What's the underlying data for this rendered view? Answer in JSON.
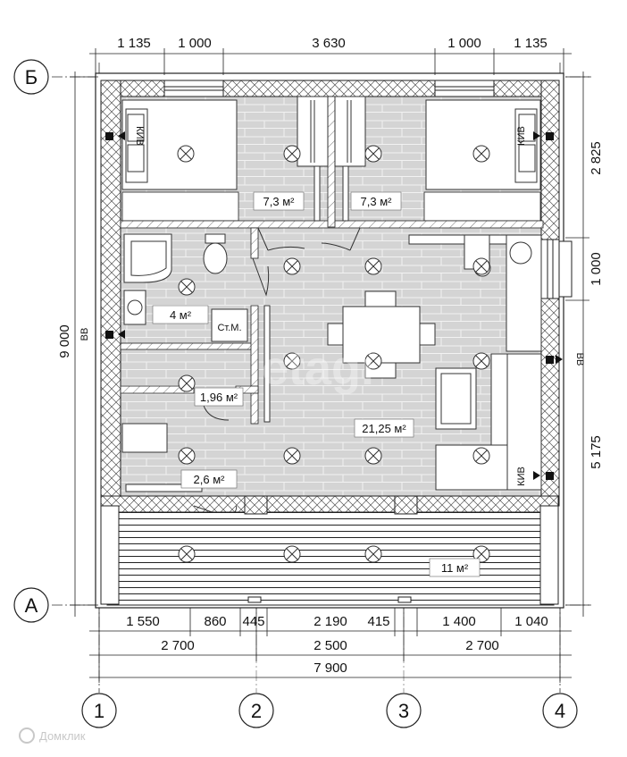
{
  "dims_top": [
    "1 135",
    "1 000",
    "3 630",
    "1 000",
    "1 135"
  ],
  "dims_bottom_row1": [
    "1 550",
    "860",
    "445",
    "2 190",
    "415",
    "1 400",
    "1 040"
  ],
  "dims_bottom_row2": [
    "2 700",
    "2 500",
    "2 700"
  ],
  "dims_bottom_total": "7 900",
  "dims_right": [
    "2 825",
    "1 000",
    "5 175"
  ],
  "dim_left_total": "9 000",
  "axes_vertical": [
    "1",
    "2",
    "3",
    "4"
  ],
  "axes_horizontal": [
    "Б",
    "А"
  ],
  "rooms": {
    "bedroom_left": "7,3 м²",
    "bedroom_right": "7,3 м²",
    "bathroom": "4 м²",
    "storage": "1,96 м²",
    "hall": "2,6 м²",
    "living": "21,25 м²",
    "terrace": "11 м²"
  },
  "labels": {
    "washer": "Ст.М.",
    "kiv_left": "КИВ",
    "kiv_right": "КИВ",
    "kiv_bottom": "КИВ",
    "vv_left": "ВВ",
    "vv_right": "ВВ"
  },
  "watermark_center": "etagi",
  "watermark_corner": "Домклик"
}
